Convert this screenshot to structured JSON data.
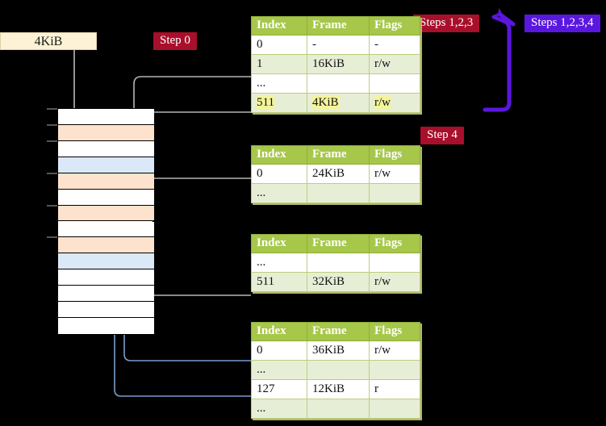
{
  "diagram": {
    "title": "page-table-walk-diagram",
    "background": "#000000"
  },
  "size_label": {
    "text": "4KiB"
  },
  "badges": [
    {
      "name": "step-0",
      "text": "Step 0",
      "color": "#a80f2b"
    },
    {
      "name": "steps-1-2-3",
      "text": "Steps 1,2,3",
      "color": "#a80f2b"
    },
    {
      "name": "steps-1-2-3-4",
      "text": "Steps 1,2,3,4",
      "color": "#5a17e0"
    },
    {
      "name": "step-4",
      "text": "Step 4",
      "color": "#a80f2b"
    }
  ],
  "tables": [
    {
      "name": "pml4-table",
      "headers": [
        "Index",
        "Frame",
        "Flags"
      ],
      "rows": [
        {
          "cells": [
            "0",
            "-",
            "-"
          ],
          "alt": false,
          "highlight": false
        },
        {
          "cells": [
            "1",
            "16KiB",
            "r/w"
          ],
          "alt": true,
          "highlight": false
        },
        {
          "cells": [
            "...",
            "",
            ""
          ],
          "alt": false,
          "highlight": false
        },
        {
          "cells": [
            "511",
            "4KiB",
            "r/w"
          ],
          "alt": true,
          "highlight": true
        }
      ]
    },
    {
      "name": "pdpt-table",
      "headers": [
        "Index",
        "Frame",
        "Flags"
      ],
      "rows": [
        {
          "cells": [
            "0",
            "24KiB",
            "r/w"
          ],
          "alt": false,
          "highlight": false
        },
        {
          "cells": [
            "...",
            "",
            ""
          ],
          "alt": true,
          "highlight": false
        }
      ]
    },
    {
      "name": "pd-table",
      "headers": [
        "Index",
        "Frame",
        "Flags"
      ],
      "rows": [
        {
          "cells": [
            "...",
            "",
            ""
          ],
          "alt": false,
          "highlight": false
        },
        {
          "cells": [
            "511",
            "32KiB",
            "r/w"
          ],
          "alt": true,
          "highlight": false
        }
      ]
    },
    {
      "name": "pt-table",
      "headers": [
        "Index",
        "Frame",
        "Flags"
      ],
      "rows": [
        {
          "cells": [
            "0",
            "36KiB",
            "r/w"
          ],
          "alt": false,
          "highlight": false
        },
        {
          "cells": [
            "...",
            "",
            ""
          ],
          "alt": true,
          "highlight": false
        },
        {
          "cells": [
            "127",
            "12KiB",
            "r"
          ],
          "alt": false,
          "highlight": false
        },
        {
          "cells": [
            "...",
            "",
            ""
          ],
          "alt": true,
          "highlight": false
        }
      ]
    }
  ],
  "memory_column": {
    "name": "physical-memory-column",
    "frames": [
      {
        "fill": "plain",
        "tick": true
      },
      {
        "fill": "orange",
        "tick": true
      },
      {
        "fill": "plain",
        "tick": true
      },
      {
        "fill": "blue",
        "tick": false
      },
      {
        "fill": "orange",
        "tick": true
      },
      {
        "fill": "plain",
        "tick": false
      },
      {
        "fill": "orange",
        "tick": true
      },
      {
        "fill": "plain",
        "tick": false
      },
      {
        "fill": "orange",
        "tick": true
      },
      {
        "fill": "blue",
        "tick": false
      },
      {
        "fill": "plain",
        "tick": false
      },
      {
        "fill": "plain",
        "tick": false
      },
      {
        "fill": "plain",
        "tick": false
      },
      {
        "fill": "plain",
        "tick": false
      }
    ],
    "colors": {
      "orange": "#fde3cd",
      "blue": "#dbe8f7",
      "plain": "#ffffff",
      "border": "#000000"
    }
  },
  "connectors": {
    "gray": "#b6b6b6",
    "blue": "#7a9ccd",
    "violet": "#5a17e0"
  }
}
